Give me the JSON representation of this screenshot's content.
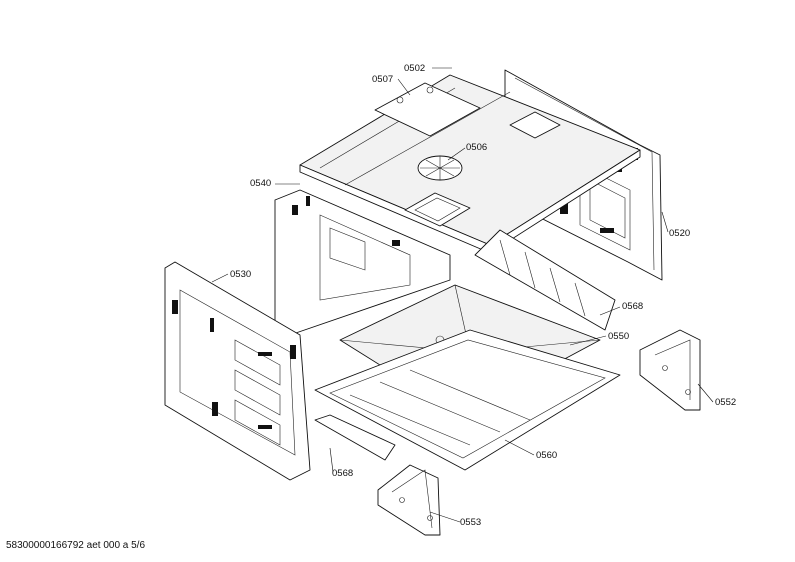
{
  "labels": {
    "p0502": "0502",
    "p0507": "0507",
    "p0506": "0506",
    "p0540": "0540",
    "p0520": "0520",
    "p0530": "0530",
    "p0568a": "0568",
    "p0550": "0550",
    "p0552": "0552",
    "p0568b": "0568",
    "p0560": "0560",
    "p0553": "0553"
  },
  "footer": {
    "document_id": "58300000166792 aet 000 a 5/6"
  }
}
